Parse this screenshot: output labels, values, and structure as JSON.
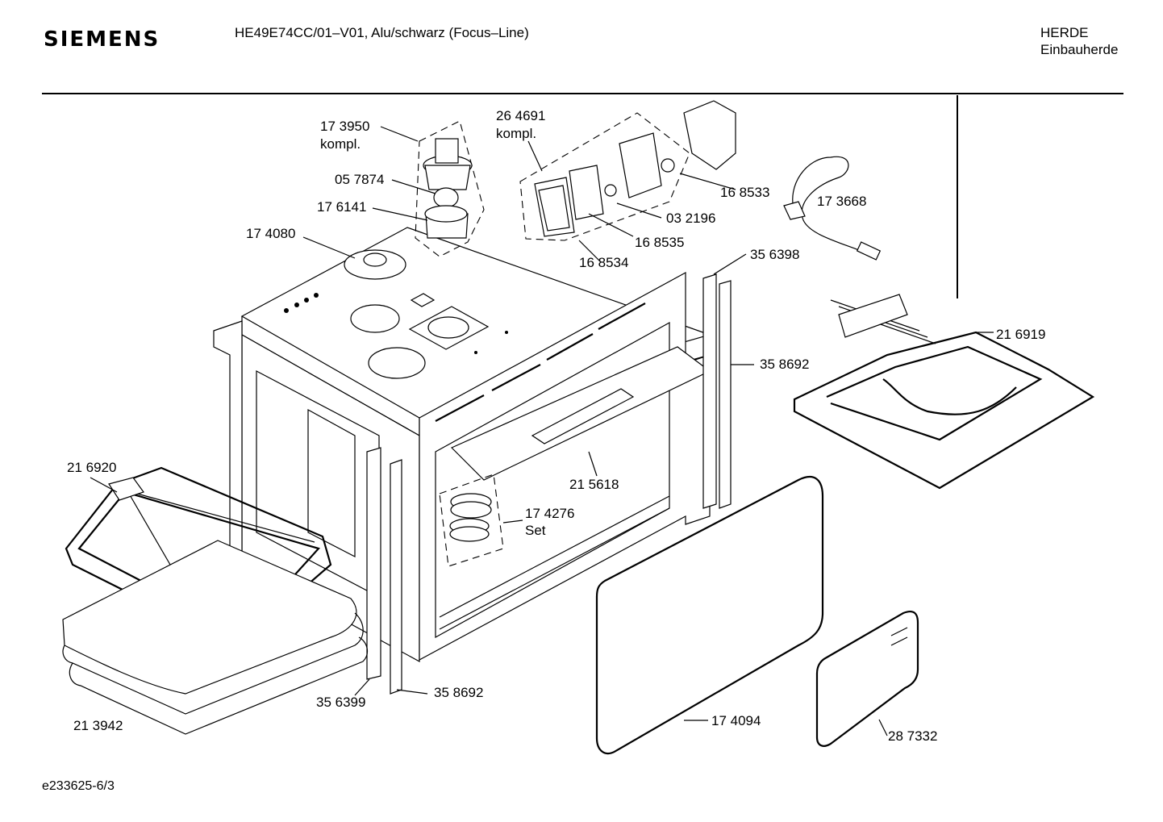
{
  "header": {
    "brand": "SIEMENS",
    "model": "HE49E74CC/01–V01, Alu/schwarz (Focus–Line)",
    "category": "HERDE",
    "subcategory": "Einbauherde"
  },
  "footer": {
    "code": "e233625-6/3"
  },
  "parts": [
    {
      "number": "17 3950",
      "note": "kompl."
    },
    {
      "number": "05 7874"
    },
    {
      "number": "17 6141"
    },
    {
      "number": "17 4080"
    },
    {
      "number": "26 4691",
      "note": "kompl."
    },
    {
      "number": "16 8533"
    },
    {
      "number": "03 2196"
    },
    {
      "number": "16 8535"
    },
    {
      "number": "16 8534"
    },
    {
      "number": "17 3668"
    },
    {
      "number": "35 6398"
    },
    {
      "number": "21 6919"
    },
    {
      "number": "35 8692"
    },
    {
      "number": "21 6920"
    },
    {
      "number": "21 5618"
    },
    {
      "number": "17 4276",
      "note": "Set"
    },
    {
      "number": "35 6399"
    },
    {
      "number": "35 8692"
    },
    {
      "number": "21 3942"
    },
    {
      "number": "17 4094"
    },
    {
      "number": "28 7332"
    }
  ]
}
